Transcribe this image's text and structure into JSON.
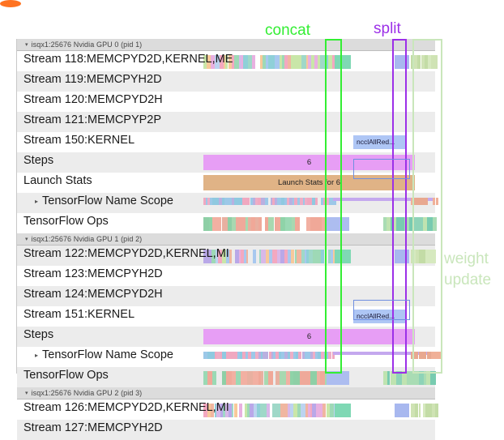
{
  "annotations": {
    "concat": "concat",
    "split": "split",
    "nccl": "nccl",
    "weight_update_line1": "weight",
    "weight_update_line2": "update",
    "colors": {
      "concat": "#33ee33",
      "split": "#9c30e8",
      "nccl": "#5b7fd4",
      "weight_update": "#c9e6bb",
      "orange_sliver": "#ff7321"
    }
  },
  "viewer": {
    "groups": [
      {
        "header": "isqx1:25676 Nvidia GPU 0 (pid 1)",
        "collapse_icon": "▾",
        "rows": [
          {
            "label": "Stream 118:MEMCPYD2D,KERNEL,ME",
            "type": "ticks"
          },
          {
            "label": "Stream 119:MEMCPYH2D",
            "type": "empty"
          },
          {
            "label": "Stream 120:MEMCPYD2H",
            "type": "empty"
          },
          {
            "label": "Stream 121:MEMCPYP2P",
            "type": "empty"
          },
          {
            "label": "Stream 150:KERNEL",
            "type": "nccl",
            "block_label": "ncclAllRed..."
          },
          {
            "label": "Steps",
            "type": "steps",
            "bar_text": "6"
          },
          {
            "label": "Launch Stats",
            "type": "launch",
            "bar_text": "Launch Stats for 6"
          },
          {
            "label": "TensorFlow Name Scope",
            "type": "namescope",
            "expand_icon": "▸",
            "indent": true
          },
          {
            "label": "TensorFlow Ops",
            "type": "ops"
          }
        ]
      },
      {
        "header": "isqx1:25676 Nvidia GPU 1 (pid 2)",
        "collapse_icon": "▾",
        "rows": [
          {
            "label": "Stream 122:MEMCPYD2D,KERNEL,MI",
            "type": "ticks"
          },
          {
            "label": "Stream 123:MEMCPYH2D",
            "type": "empty"
          },
          {
            "label": "Stream 124:MEMCPYD2H",
            "type": "empty"
          },
          {
            "label": "Stream 151:KERNEL",
            "type": "nccl",
            "block_label": "ncclAllRed..."
          },
          {
            "label": "Steps",
            "type": "steps",
            "bar_text": "6"
          },
          {
            "label": "TensorFlow Name Scope",
            "type": "namescope",
            "expand_icon": "▸",
            "indent": true
          },
          {
            "label": "TensorFlow Ops",
            "type": "ops"
          }
        ]
      },
      {
        "header": "isqx1:25676 Nvidia GPU 2 (pid 3)",
        "collapse_icon": "▾",
        "rows": [
          {
            "label": "Stream 126:MEMCPYD2D,KERNEL,MI",
            "type": "ticks"
          },
          {
            "label": "Stream 127:MEMCPYH2D",
            "type": "empty"
          }
        ]
      }
    ]
  }
}
